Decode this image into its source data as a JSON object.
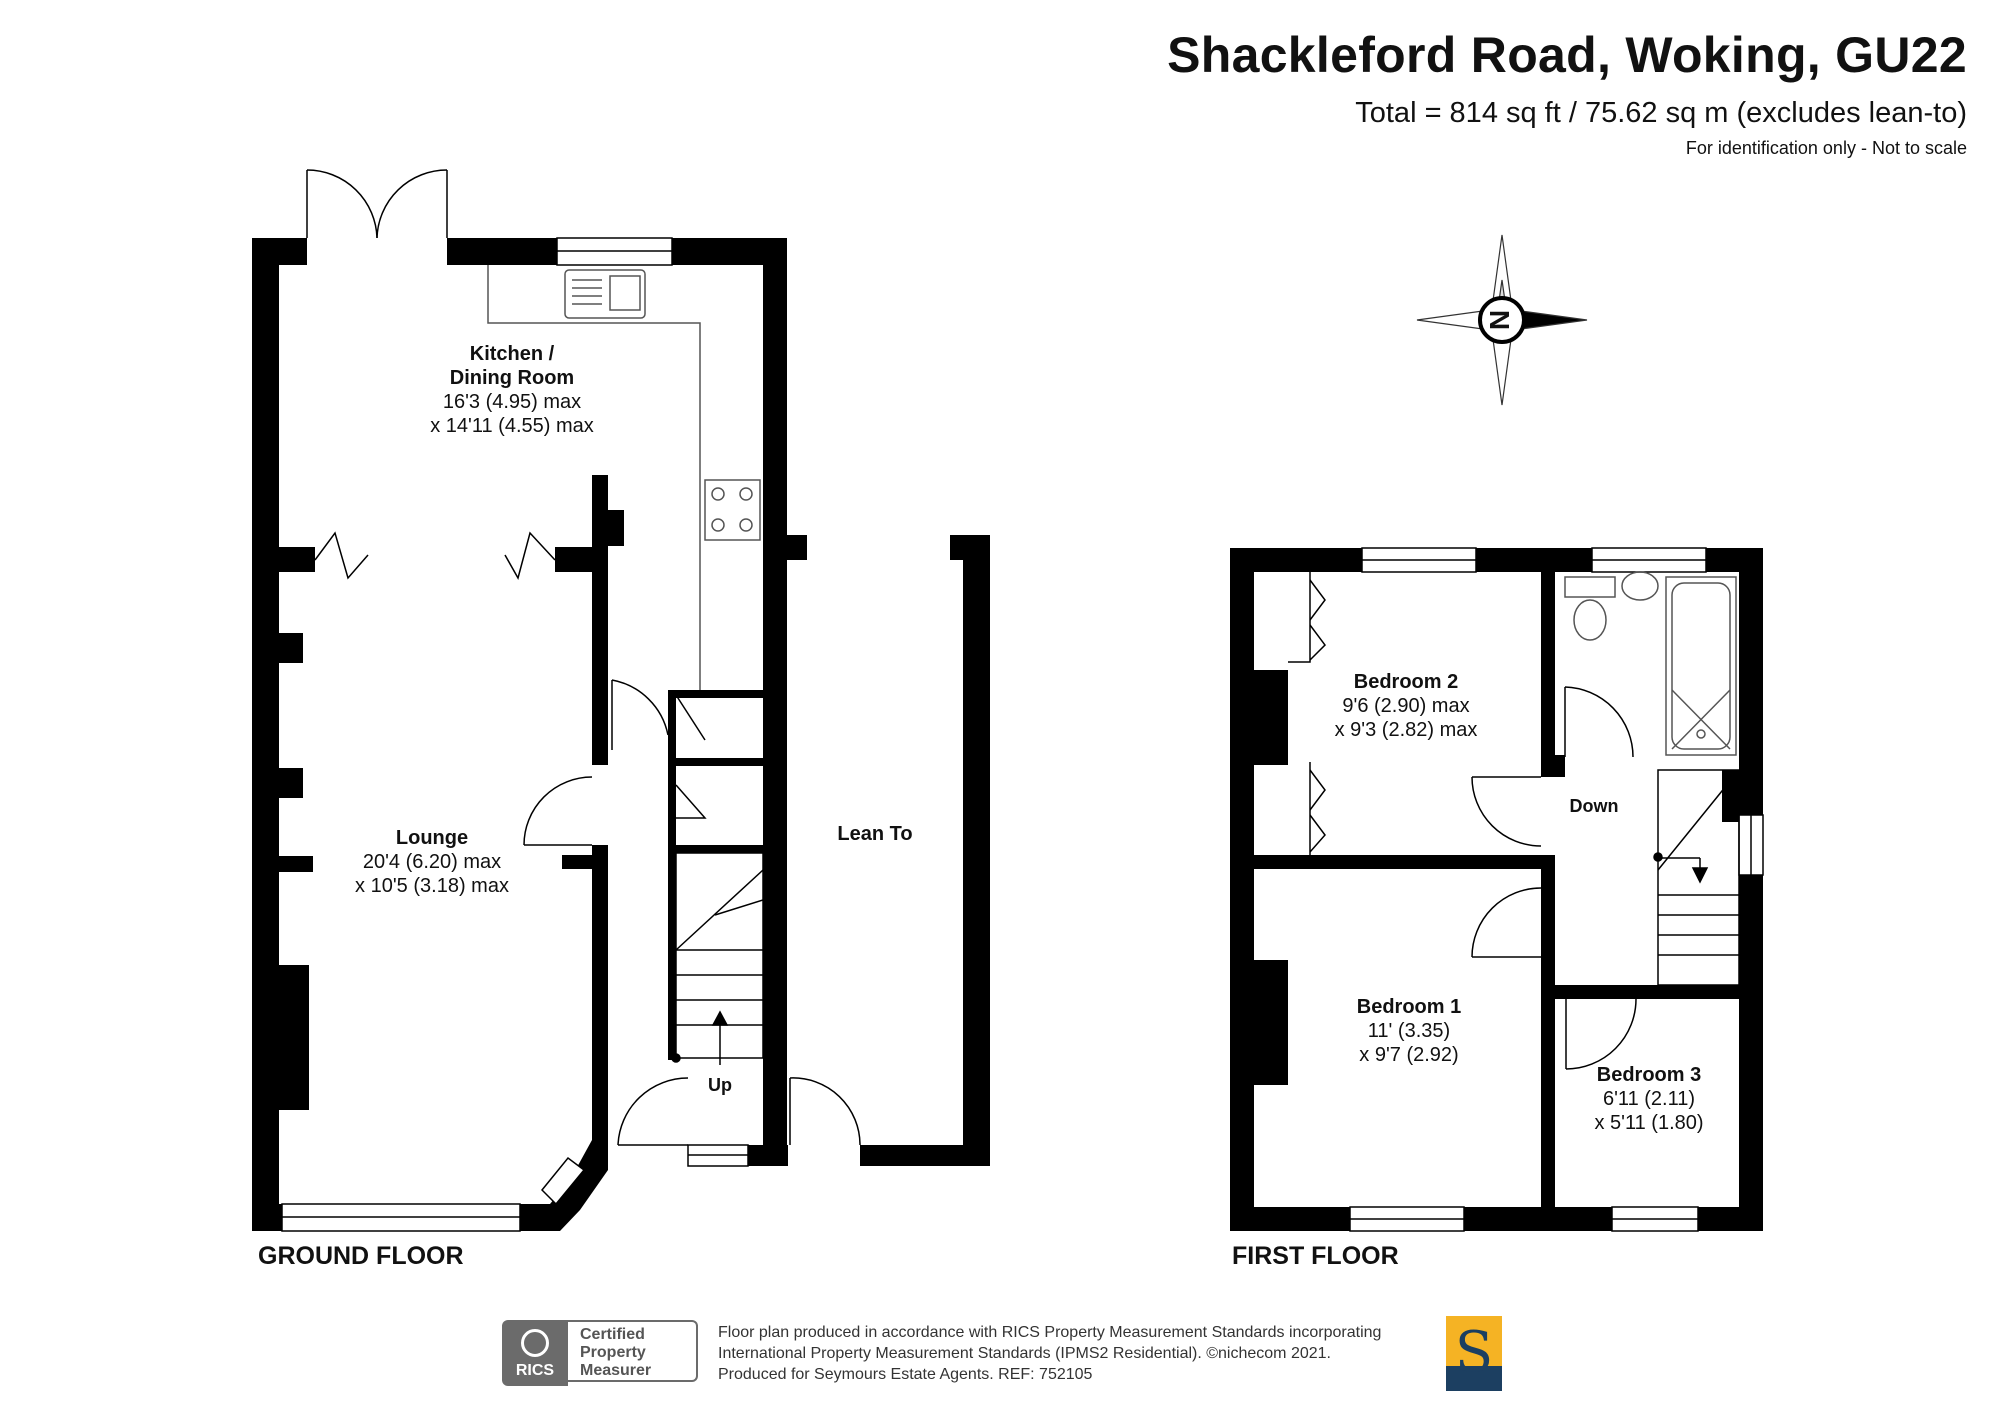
{
  "header": {
    "title": "Shackleford Road, Woking, GU22",
    "total_area": "Total = 814 sq ft / 75.62 sq m (excludes lean-to)",
    "disclaimer": "For identification only - Not to scale"
  },
  "compass": {
    "label": "N"
  },
  "ground_floor": {
    "label": "GROUND FLOOR",
    "rooms": {
      "kitchen": {
        "name_line1": "Kitchen /",
        "name_line2": "Dining Room",
        "dim1": "16'3 (4.95) max",
        "dim2": "x 14'11 (4.55) max"
      },
      "lounge": {
        "name": "Lounge",
        "dim1": "20'4 (6.20) max",
        "dim2": "x 10'5 (3.18) max"
      },
      "lean_to": {
        "name": "Lean To"
      }
    },
    "stairs_label": "Up"
  },
  "first_floor": {
    "label": "FIRST FLOOR",
    "rooms": {
      "bedroom2": {
        "name": "Bedroom 2",
        "dim1": "9'6 (2.90) max",
        "dim2": "x 9'3 (2.82) max"
      },
      "bedroom1": {
        "name": "Bedroom 1",
        "dim1": "11' (3.35)",
        "dim2": "x 9'7 (2.92)"
      },
      "bedroom3": {
        "name": "Bedroom 3",
        "dim1": "6'11 (2.11)",
        "dim2": "x 5'11 (1.80)"
      }
    },
    "stairs_label": "Down"
  },
  "rics": {
    "logo_text": "RICS",
    "cert_line1": "Certified",
    "cert_line2": "Property",
    "cert_line3": "Measurer"
  },
  "footer": {
    "line1": "Floor plan produced in accordance with RICS Property Measurement Standards incorporating",
    "line2": "International Property Measurement Standards (IPMS2 Residential).   ©nichecom 2021.",
    "line3": "Produced for Seymours Estate Agents.   REF:  752105"
  },
  "brand": {
    "letter": "S"
  },
  "colors": {
    "wall": "#000000",
    "brand_gold": "#f5b324",
    "brand_navy": "#1c3f61",
    "rics_grey": "#6b6b6b"
  }
}
